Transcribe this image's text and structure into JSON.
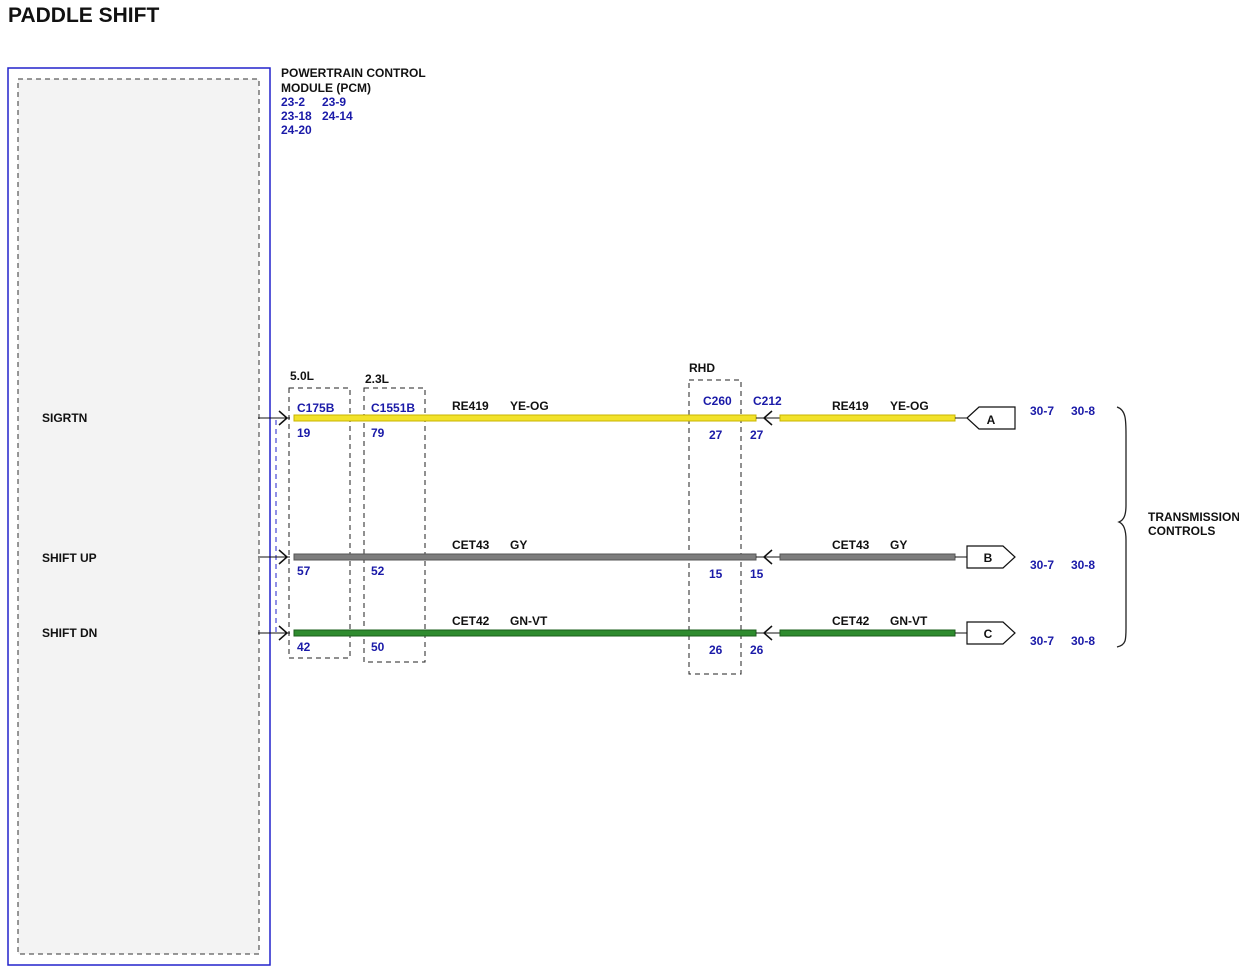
{
  "title": "PADDLE SHIFT",
  "module": {
    "name_line1": "POWERTRAIN CONTROL",
    "name_line2": "MODULE (PCM)",
    "refs": [
      "23-2",
      "23-9",
      "23-18",
      "24-14",
      "24-20"
    ]
  },
  "connector_groups": {
    "g50": "5.0L",
    "g23": "2.3L",
    "rhd": "RHD"
  },
  "connectors": {
    "c175b": "C175B",
    "c1551b": "C1551B",
    "c260": "C260",
    "c212": "C212"
  },
  "circuits": [
    {
      "pin_name": "SIGRTN",
      "circuit": "RE419",
      "color_code": "YE-OG",
      "pin_c175b": "19",
      "pin_c1551b": "79",
      "pin_c260": "27",
      "pin_c212": "27",
      "circuit_right": "RE419",
      "color_code_right": "YE-OG",
      "flag": "A",
      "flag_dir": "left",
      "refs": [
        "30-7",
        "30-8"
      ],
      "wire_color": "#f2e22a",
      "wire_edge": "#c8b400"
    },
    {
      "pin_name": "SHIFT UP",
      "circuit": "CET43",
      "color_code": "GY",
      "pin_c175b": "57",
      "pin_c1551b": "52",
      "pin_c260": "15",
      "pin_c212": "15",
      "circuit_right": "CET43",
      "color_code_right": "GY",
      "flag": "B",
      "flag_dir": "right",
      "refs": [
        "30-7",
        "30-8"
      ],
      "wire_color": "#7d7d7d",
      "wire_edge": "#555555"
    },
    {
      "pin_name": "SHIFT DN",
      "circuit": "CET42",
      "color_code": "GN-VT",
      "pin_c175b": "42",
      "pin_c1551b": "50",
      "pin_c260": "26",
      "pin_c212": "26",
      "circuit_right": "CET42",
      "color_code_right": "GN-VT",
      "flag": "C",
      "flag_dir": "right",
      "refs": [
        "30-7",
        "30-8"
      ],
      "wire_color": "#2e8b2e",
      "wire_edge": "#1a5e1a"
    }
  ],
  "destination": {
    "line1": "TRANSMISSION",
    "line2": "CONTROLS"
  },
  "colors": {
    "module_border": "#2222cc",
    "ref_text": "#1a1aa8"
  }
}
